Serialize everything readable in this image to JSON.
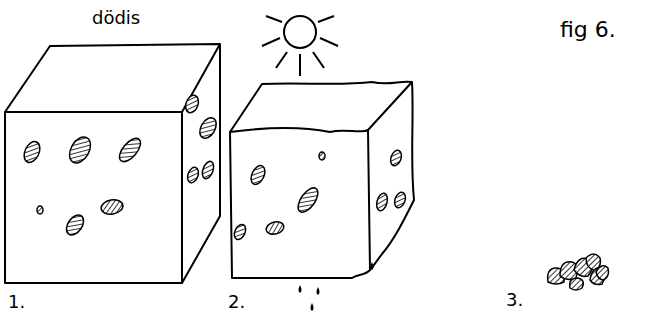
{
  "diagram": {
    "labels": [
      "dödis",
      "fig 6.",
      "1.",
      "2.",
      "3."
    ]
  }
}
